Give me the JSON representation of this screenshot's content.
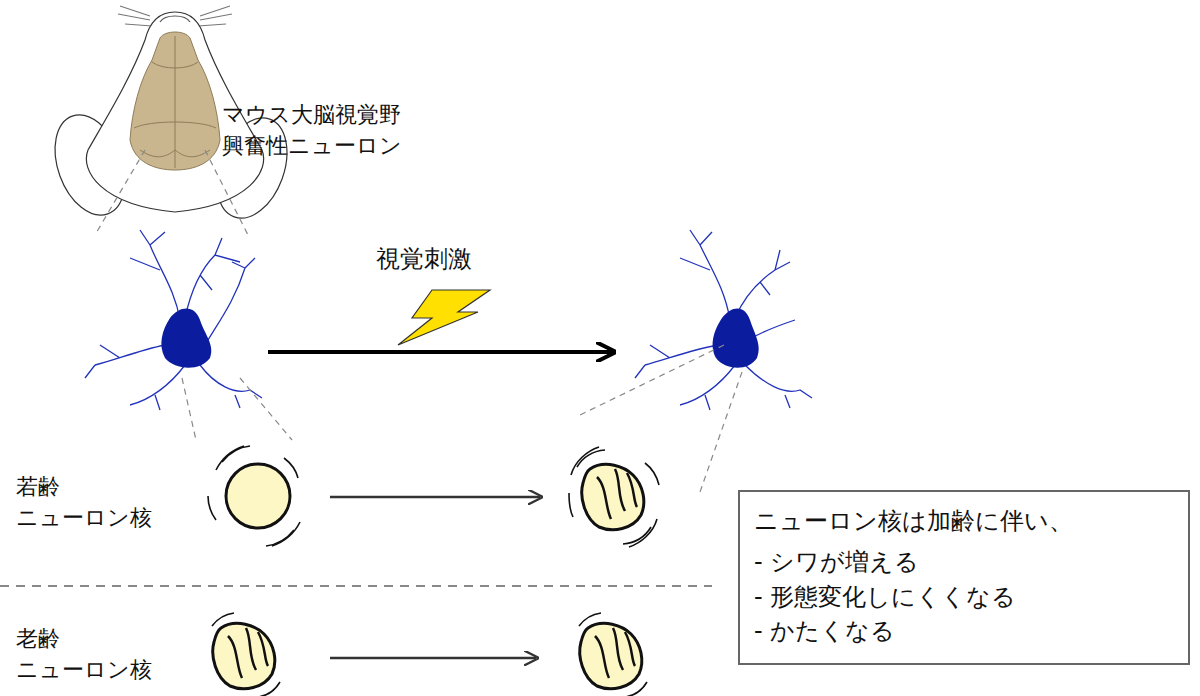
{
  "diagram": {
    "nodes": [
      {
        "text": [
          "ニューロン核は加齢に伴い、",
          "- シワが増える",
          "- 形態変化しにくくなる",
          "- かたくなる"
        ]
      }
    ],
    "labels": [
      "マウス大脳視覚野 興奮性ニューロン",
      "視覚刺激",
      "若齢 ニューロン核",
      "老齢 ニューロン核"
    ]
  }
}
